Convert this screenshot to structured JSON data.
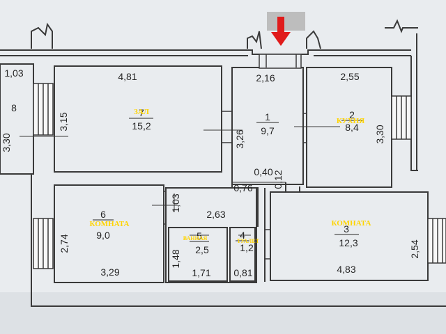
{
  "floor_plan": {
    "rooms": [
      {
        "id": "r1",
        "number": "1",
        "area": "9,7"
      },
      {
        "id": "r2",
        "number": "2",
        "area": "8,4",
        "label": "КУХНЯ"
      },
      {
        "id": "r3",
        "number": "3",
        "area": "12,3",
        "label": "КОМНАТА"
      },
      {
        "id": "r4",
        "number": "4",
        "area": "1,2",
        "label": "ТУАЛЕТ"
      },
      {
        "id": "r5",
        "number": "5",
        "area": "2,5",
        "label": "ВАННАЯ"
      },
      {
        "id": "r6",
        "number": "6",
        "area": "9,0",
        "label": "КОМНАТА"
      },
      {
        "id": "r7",
        "number": "7",
        "area": "15,2",
        "label": "ЗАЛ"
      },
      {
        "id": "r8",
        "number": "8"
      }
    ],
    "dimensions": {
      "d_1_03_top": "1,03",
      "d_3_30_left": "3,30",
      "d_4_81": "4,81",
      "d_3_15": "3,15",
      "d_2_16": "2,16",
      "d_3_26": "3,26",
      "d_2_55": "2,55",
      "d_3_30_right": "3,30",
      "d_0_40": "0,40",
      "d_0_12": "0,12",
      "d_0_76": "0,76",
      "d_1_03_mid": "1,03",
      "d_2_63": "2,63",
      "d_2_74": "2,74",
      "d_3_29": "3,29",
      "d_1_48": "1,48",
      "d_1_71": "1,71",
      "d_0_81": "0,81",
      "d_2_54": "2,54",
      "d_4_83": "4,83"
    },
    "colors": {
      "wall": "#3a3a3a",
      "tag": "#ffd400",
      "arrow": "#e01b1b"
    }
  }
}
